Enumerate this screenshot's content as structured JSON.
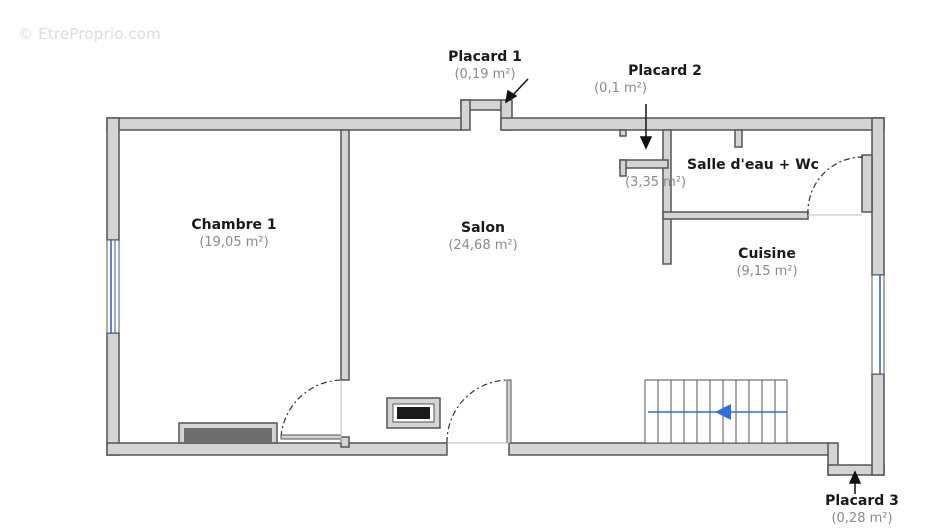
{
  "watermark": "© EtreProprio.com",
  "rooms": {
    "chambre1": {
      "name": "Chambre 1",
      "area": "(19,05 m²)"
    },
    "salon": {
      "name": "Salon",
      "area": "(24,68 m²)"
    },
    "salle_eau": {
      "name": "Salle d'eau + Wc",
      "area": "(3,35 m²)"
    },
    "cuisine": {
      "name": "Cuisine",
      "area": "(9,15 m²)"
    },
    "placard1": {
      "name": "Placard 1",
      "area": "(0,19 m²)"
    },
    "placard2": {
      "name": "Placard 2",
      "area": "(0,1 m²)"
    },
    "placard3": {
      "name": "Placard 3",
      "area": "(0,28 m²)"
    }
  },
  "colors": {
    "wall_fill": "#d4d4d4",
    "wall_stroke": "#555555",
    "window": "#3355cc",
    "stairs_arrow": "#2f6fe0",
    "radiator": "#6e6e6e"
  },
  "icons": [
    "door-swing-icon",
    "window-icon",
    "radiator-icon",
    "stairs-icon",
    "pointer-arrow-icon",
    "fireplace-icon"
  ]
}
